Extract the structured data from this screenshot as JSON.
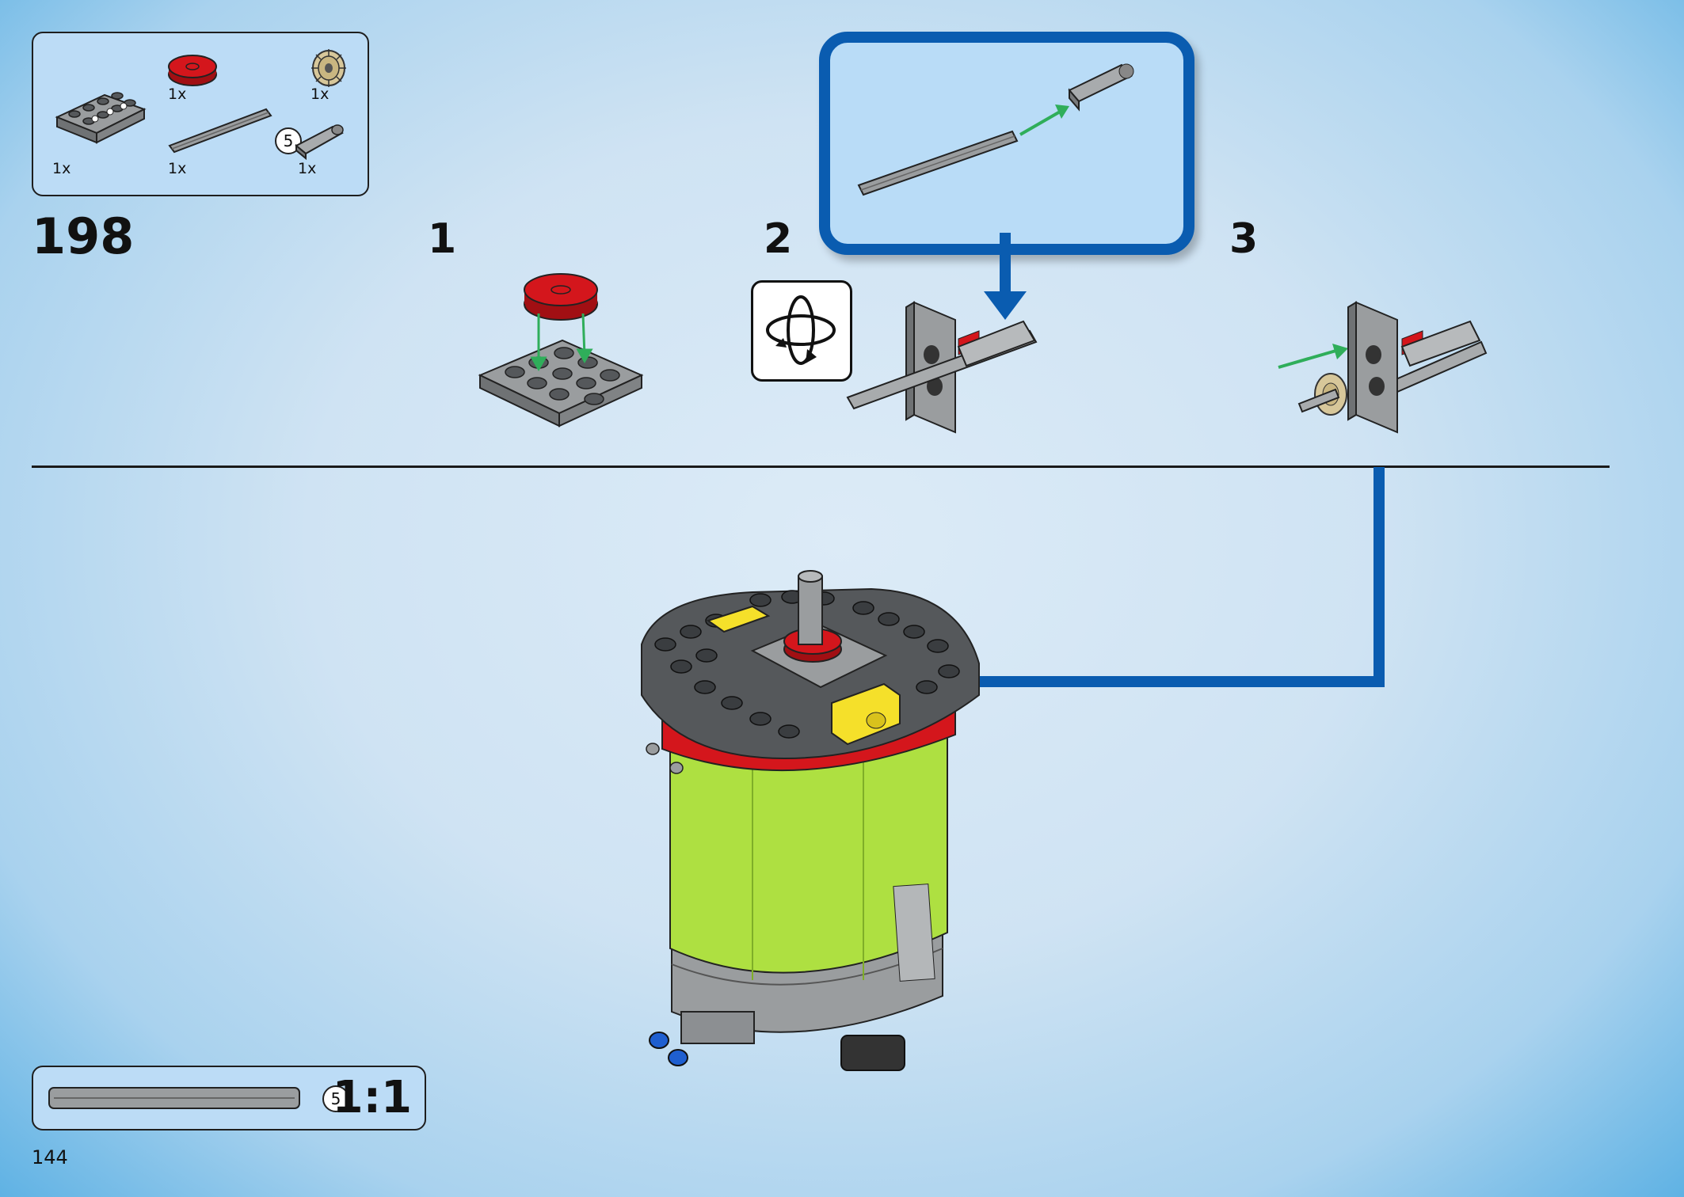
{
  "parts_list": {
    "items": [
      {
        "qty": "1x",
        "name": "plate-2x4-with-holes"
      },
      {
        "qty": "1x",
        "name": "round-tile-red"
      },
      {
        "qty": "1x",
        "name": "gear-tan"
      },
      {
        "qty": "1x",
        "name": "axle-5"
      },
      {
        "qty": "1x",
        "name": "axle-connector"
      }
    ],
    "axle_length_label": "5"
  },
  "step": {
    "number": "198"
  },
  "substeps": [
    {
      "number": "1"
    },
    {
      "number": "2"
    },
    {
      "number": "3"
    }
  ],
  "rotate_icon": "rotate-model-icon",
  "scale_guide": {
    "axle_length_label": "5",
    "ratio": "1:1"
  },
  "page_number": "144",
  "colors": {
    "callout_border": "#0a5cb0",
    "arrow_blue": "#0a5cb0",
    "arrow_green": "#2fae5a",
    "brick_gray": "#8c8f92",
    "brick_dark": "#55585b",
    "brick_red": "#d4161c",
    "brick_yellow": "#f5e02a",
    "body_lime": "#aee041",
    "gear_tan": "#d7c79a"
  }
}
